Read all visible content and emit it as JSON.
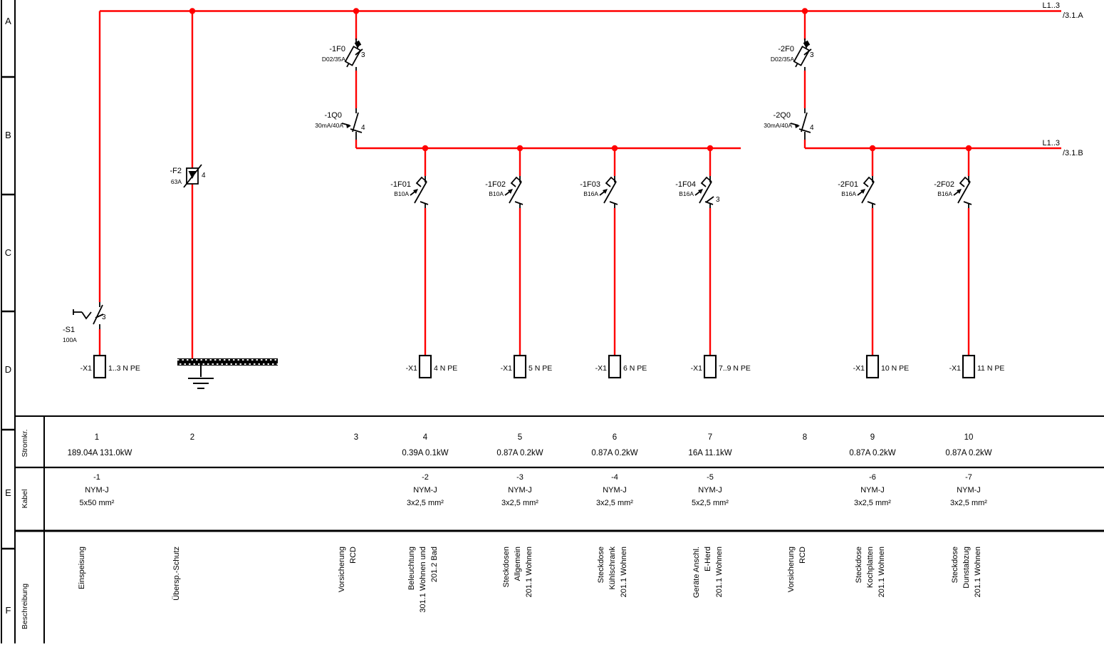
{
  "sheet_type": "single-line electrical distribution diagram",
  "colors": {
    "wire": "#ff0000",
    "ink": "#000000",
    "paper": "#ffffff"
  },
  "ruler": {
    "rows": [
      "A",
      "B",
      "C",
      "D",
      "E",
      "F"
    ]
  },
  "buses": {
    "a": {
      "phase": "L1..3",
      "xref": "/3.1.A"
    },
    "b": {
      "phase": "L1..3",
      "xref": "/3.1.B"
    }
  },
  "components": {
    "s1": {
      "name": "-S1",
      "rating": "100A",
      "poles": "3"
    },
    "f2": {
      "name": "-F2",
      "rating": "63A",
      "poles": "4"
    },
    "f0a": {
      "name": "-1F0",
      "rating": "D02/35A",
      "poles": "3"
    },
    "q0a": {
      "name": "-1Q0",
      "rating": "30mA/40A",
      "poles": "4"
    },
    "f0b": {
      "name": "-2F0",
      "rating": "D02/35A",
      "poles": "3"
    },
    "q0b": {
      "name": "-2Q0",
      "rating": "30mA/40A",
      "poles": "4"
    },
    "f01a": {
      "name": "-1F01",
      "rating": "B10A"
    },
    "f02a": {
      "name": "-1F02",
      "rating": "B10A"
    },
    "f03a": {
      "name": "-1F03",
      "rating": "B16A"
    },
    "f04a": {
      "name": "-1F04",
      "rating": "B16A",
      "poles": "3"
    },
    "f01b": {
      "name": "-2F01",
      "rating": "B16A"
    },
    "f02b": {
      "name": "-2F02",
      "rating": "B16A"
    }
  },
  "terminals": [
    {
      "name": "-X1",
      "pins": "1..3 N PE"
    },
    {
      "name": "-X1",
      "pins": "4 N PE"
    },
    {
      "name": "-X1",
      "pins": "5 N PE"
    },
    {
      "name": "-X1",
      "pins": "6 N PE"
    },
    {
      "name": "-X1",
      "pins": "7..9 N PE"
    },
    {
      "name": "-X1",
      "pins": "10 N PE"
    },
    {
      "name": "-X1",
      "pins": "11 N PE"
    }
  ],
  "table": {
    "row_headers": [
      "Stromkr.",
      "Kabel",
      "Beschreibung"
    ],
    "columns": [
      {
        "num": "1",
        "load": "189.04A  131.0kW",
        "cable": [
          "-1",
          "NYM-J",
          "5x50 mm²"
        ],
        "desc": [
          "Einspeisung"
        ]
      },
      {
        "num": "2",
        "desc": [
          "Übersp.-Schutz"
        ]
      },
      {
        "num": "3",
        "desc": [
          "Vorsicherung",
          "RCD"
        ]
      },
      {
        "num": "4",
        "load": "0.39A 0.1kW",
        "cable": [
          "-2",
          "NYM-J",
          "3x2,5 mm²"
        ],
        "desc": [
          "Beleuchtung",
          "301.1 Wohnen und",
          "201.2 Bad"
        ]
      },
      {
        "num": "5",
        "load": "0.87A 0.2kW",
        "cable": [
          "-3",
          "NYM-J",
          "3x2,5 mm²"
        ],
        "desc": [
          "Steckdosen",
          "Allgemein",
          "201.1 Wohnen"
        ]
      },
      {
        "num": "6",
        "load": "0.87A 0.2kW",
        "cable": [
          "-4",
          "NYM-J",
          "3x2,5 mm²"
        ],
        "desc": [
          "Steckdose",
          "Kühlschrank",
          "201.1 Wohnen"
        ]
      },
      {
        "num": "7",
        "load": "16A 11.1kW",
        "cable": [
          "-5",
          "NYM-J",
          "5x2,5 mm²"
        ],
        "desc": [
          "Geräte Anschl.",
          "E-Herd",
          "201.1 Wohnen"
        ]
      },
      {
        "num": "8",
        "desc": [
          "Vorsicherung",
          "RCD"
        ]
      },
      {
        "num": "9",
        "load": "0.87A 0.2kW",
        "cable": [
          "-6",
          "NYM-J",
          "3x2,5 mm²"
        ],
        "desc": [
          "Steckdose",
          "Kochplatten",
          "201.1 Wohnen"
        ]
      },
      {
        "num": "10",
        "load": "0.87A 0.2kW",
        "cable": [
          "-7",
          "NYM-J",
          "3x2,5 mm²"
        ],
        "desc": [
          "Steckdose",
          "Dunstabzug",
          "201.1 Wohnen"
        ]
      }
    ]
  }
}
